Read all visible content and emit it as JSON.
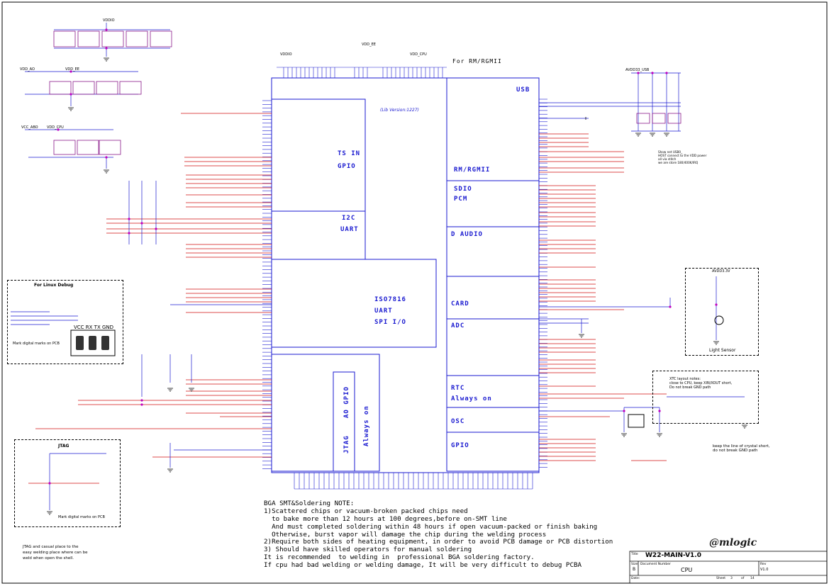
{
  "schematic": {
    "power_nets": [
      "VDDIO",
      "VDD_EE",
      "VDD_AO",
      "VDD_CPU",
      "VCC_ABO",
      "AVDD33_USB",
      "AVDD3.3V"
    ],
    "sections": {
      "gpio_lib": "GPIO",
      "lib_version": "(Lib Version:1227)",
      "rmii": "For RM/RGMII",
      "usb": "USB",
      "ts_in": "TS IN",
      "gpio_ts": "GPIO",
      "rm_rgmii": "RM/RGMII",
      "sdio": "SDIO",
      "pcm": "PCM",
      "i2c": "I2C",
      "uart": "UART",
      "d_audio": "D AUDIO",
      "card": "CARD",
      "iso7816": "ISO7816",
      "uart2": "UART",
      "spi_io": "SPI I/O",
      "adc": "ADC",
      "ao_gpio": "AO GPIO",
      "always_on": "Always on",
      "rtc": "RTC",
      "rtc_always_on": "Always on",
      "jtag": "JTAG",
      "osc": "OSC",
      "gpio_bottom": "GPIO"
    },
    "linux_debug": {
      "title": "For Linux Debug",
      "connector_label": "VCC RX TX GND",
      "note": "Mark digital marks on PCB"
    },
    "jtag_box": {
      "title": "JTAG",
      "note": "Mark digital marks on PCB"
    },
    "light_sensor": "Light Sensor",
    "xtal_note": "XTC layout notes:\nclose to CPU, keep XIN/XOUT short,\nDo not break GND path",
    "crystal_note": "keep the line of crystal short,\ndo not break GND path",
    "usb_note": "Show net USB0_\nHOST connect to the VDD power\nall via stitch\nwe are store 180/400K/IRQ",
    "jtag_note_bottom": "JTAG and casual place to the\neasy welding place where can be\nweld when open the shell."
  },
  "bga_note": {
    "title": "BGA SMT&Soldering NOTE:",
    "lines": [
      "1)Scattered chips or vacuum-broken packed chips need",
      "  to bake more than 12 hours at 100 degrees,before on-SMT line",
      "  And must completed soldering within 48 hours if open vacuum-packed or finish baking",
      "  Otherwise, burst vapor will damage the chip during the welding process",
      "2)Require both sides of heating equipment, in order to avoid PCB damage or PCB distortion",
      "3) Should have skilled operators for manual soldering",
      "It is recommended  to welding in  professional BGA soldering factory.",
      "If cpu had bad welding or welding damage, It will be very difficult to debug PCBA"
    ]
  },
  "logo": "@mlogic",
  "title_block": {
    "title_label": "Title",
    "title": "W22-MAIN-V1.0",
    "size_label": "Size",
    "size": "B",
    "doc_label": "Document Number",
    "doc": "CPU",
    "rev_label": "Rev",
    "rev": "V1.0",
    "date_label": "Date:",
    "sheet_label": "Sheet",
    "sheet": "3",
    "of": "of",
    "of_total": "14"
  },
  "colors": {
    "wire": "#1a1ad0",
    "net_label": "#d01010",
    "component": "#8a1a8a",
    "junction": "#c000c0",
    "border": "#000000"
  }
}
